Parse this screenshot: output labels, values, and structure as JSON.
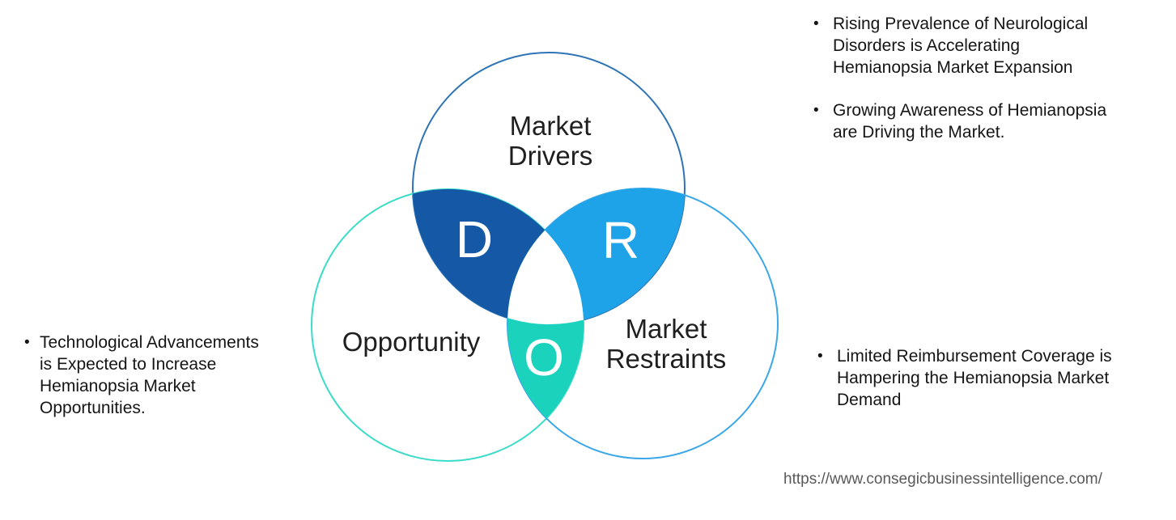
{
  "ui": {
    "bullet_char": "•"
  },
  "diagram": {
    "circles": {
      "drivers": {
        "label_line1": "Market",
        "label_line2": "Drivers",
        "outline_color": "#2E74B5"
      },
      "opportunity": {
        "label": "Opportunity",
        "outline_color": "#3ADCC8"
      },
      "restraints": {
        "label_line1": "Market",
        "label_line2": "Restraints",
        "outline_color": "#3BA7E8"
      }
    },
    "intersections": {
      "drivers_opportunity": {
        "letter": "D",
        "fill_color": "#1458A6"
      },
      "drivers_restraints": {
        "letter": "R",
        "fill_color": "#1FA3E8"
      },
      "opportunity_restraints": {
        "letter": "O",
        "fill_color": "#1BD3BC"
      },
      "center_color": "#ffffff"
    }
  },
  "annotations": {
    "drivers": [
      "Rising Prevalence of Neurological\nDisorders is Accelerating\nHemianopsia Market Expansion",
      "Growing Awareness of Hemianopsia\nare Driving the Market."
    ],
    "opportunity": [
      "Technological Advancements\nis Expected to Increase\nHemianopsia Market\nOpportunities."
    ],
    "restraints": [
      "Limited Reimbursement Coverage is\nHampering the Hemianopsia Market\nDemand"
    ]
  },
  "footer": {
    "url": "https://www.consegicbusinessintelligence.com/"
  }
}
